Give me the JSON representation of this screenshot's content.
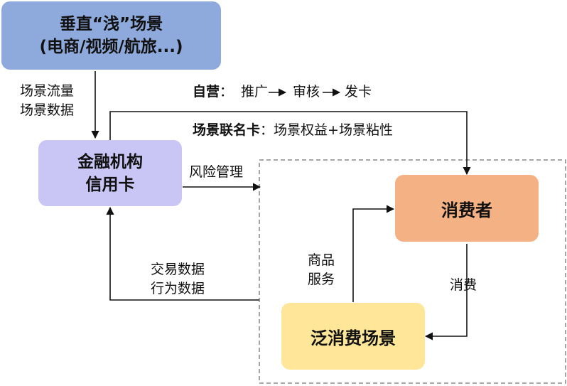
{
  "nodes": {
    "vertical": {
      "line1": "垂直“浅”场景",
      "line2": "(电商/视频/航旅...)",
      "color": "#8EA9DB"
    },
    "finance": {
      "line1": "金融机构",
      "line2": "信用卡",
      "color": "#C9C5F4"
    },
    "consumer": {
      "label": "消费者",
      "color": "#F4B183"
    },
    "pan": {
      "label": "泛消费场景",
      "color": "#FFE699"
    }
  },
  "edge_labels": {
    "scene_flow_1": "场景流量",
    "scene_flow_2": "场景数据",
    "self_prefix": "自营",
    "self_colon": "：",
    "self_step1": "推广",
    "self_step2": "审核",
    "self_step3": "发卡",
    "cobrand_prefix": "场景联名卡",
    "cobrand_colon": "：",
    "cobrand_text": "场景权益+场景粘性",
    "risk": "风险管理",
    "goods_1": "商品",
    "goods_2": "服务",
    "consume": "消费",
    "trade_1": "交易数据",
    "trade_2": "行为数据"
  },
  "colors": {
    "arrow": "#111111",
    "dashed_border": "#888888"
  }
}
